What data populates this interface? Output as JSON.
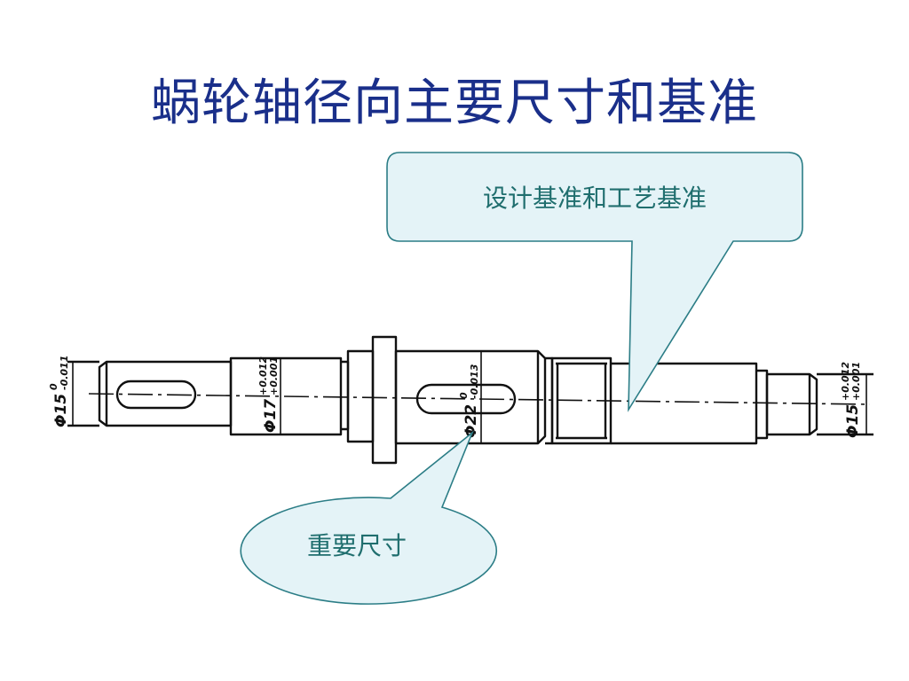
{
  "slide": {
    "title": "蜗轮轴径向主要尺寸和基准",
    "callout_top": "设计基准和工艺基准",
    "callout_bottom": "重要尺寸"
  },
  "dimensions": {
    "left_end": {
      "symbol": "Φ15",
      "upper": "0",
      "lower": "-0.011"
    },
    "left_step": {
      "symbol": "Φ17",
      "upper": "+0.012",
      "lower": "+0.001"
    },
    "middle": {
      "symbol": "Φ22",
      "upper": "0",
      "lower": "-0.013"
    },
    "right_end": {
      "symbol": "Φ15",
      "upper": "+0.012",
      "lower": "+0.001"
    }
  },
  "colors": {
    "title": "#1a2f8a",
    "callout_text": "#1f6e6e",
    "callout_fill": "#e4f3f7",
    "callout_stroke": "#2b7d86",
    "drawing": "#111111"
  }
}
